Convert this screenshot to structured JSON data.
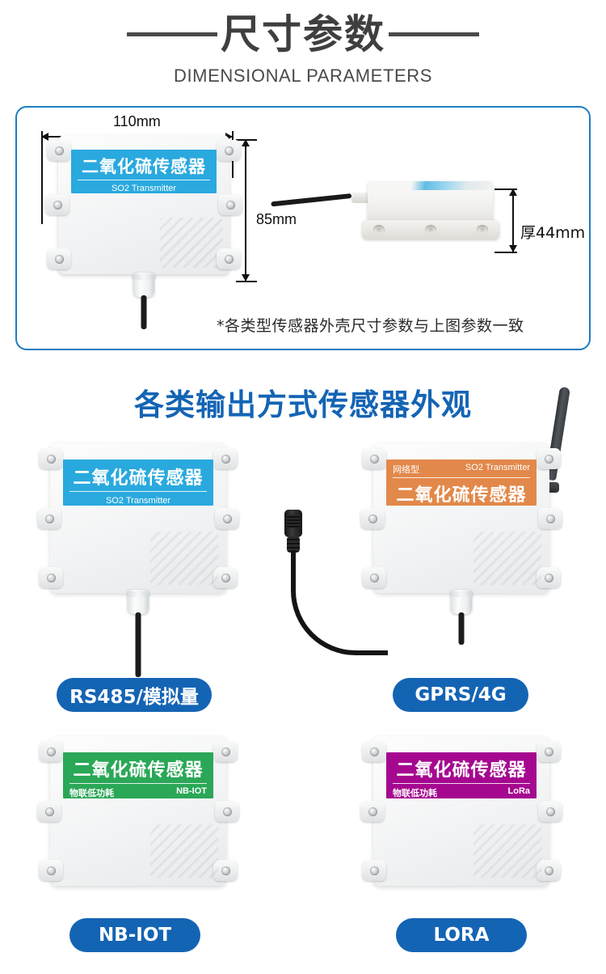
{
  "header": {
    "title_cn": "尺寸参数",
    "title_en": "DIMENSIONAL PARAMETERS"
  },
  "dimensions": {
    "width_label": "110mm",
    "height_label": "85mm",
    "thickness_label": "厚44mm",
    "note": "*各类型传感器外壳尺寸参数与上图参数一致"
  },
  "main_device": {
    "label_title": "二氧化硫传感器",
    "label_sub": "SO2 Transmitter",
    "label_color": "#29a9de"
  },
  "section": {
    "heading": "各类输出方式传感器外观"
  },
  "variants": [
    {
      "pill": "RS485/模拟量",
      "label_color": "#29a9de",
      "label_title": "二氧化硫传感器",
      "label_sub": "SO2 Transmitter",
      "top_left": "",
      "top_right": "",
      "bottom_left": "",
      "bottom_right": ""
    },
    {
      "pill": "GPRS/4G",
      "label_color": "#e2884a",
      "label_title": "二氧化硫传感器",
      "label_sub": "",
      "top_left": "网络型",
      "top_right": "SO2 Transmitter",
      "bottom_left": "",
      "bottom_right": ""
    },
    {
      "pill": "NB-IOT",
      "label_color": "#2aa757",
      "label_title": "二氧化硫传感器",
      "label_sub": "",
      "top_left": "",
      "top_right": "",
      "bottom_left": "物联低功耗",
      "bottom_right": "NB-IOT"
    },
    {
      "pill": "LORA",
      "label_color": "#a5088f",
      "label_title": "二氧化硫传感器",
      "label_sub": "",
      "top_left": "",
      "top_right": "",
      "bottom_left": "物联低功耗",
      "bottom_right": "LoRa"
    }
  ],
  "colors": {
    "accent_blue": "#1464b4",
    "frame_blue": "#1d7dc4",
    "title_gray": "#3f3f3f"
  }
}
